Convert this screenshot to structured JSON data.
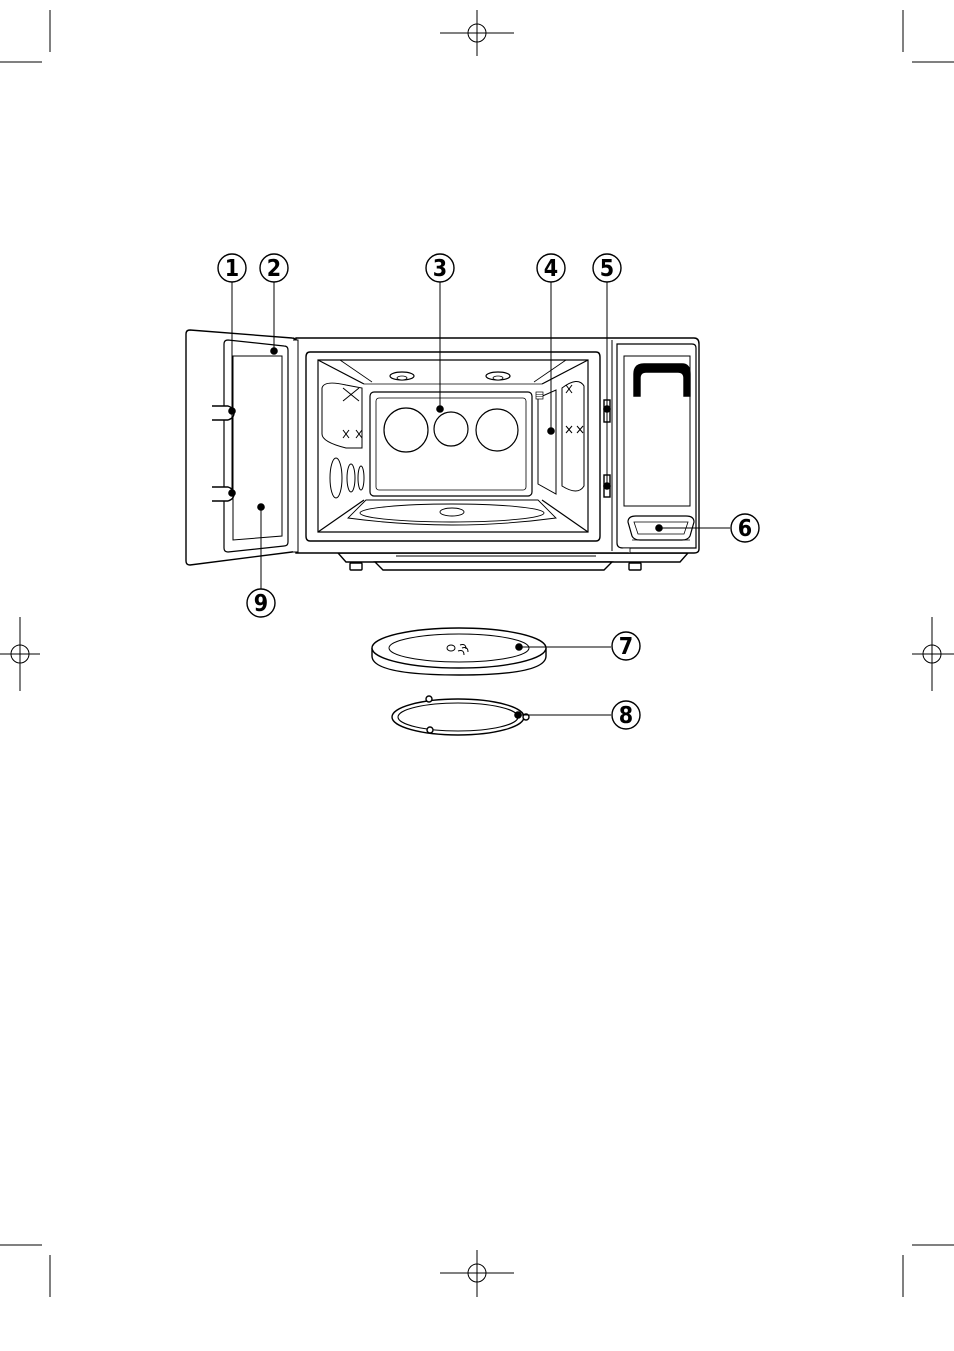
{
  "diagram": {
    "callouts": [
      {
        "id": "1",
        "label": "1"
      },
      {
        "id": "2",
        "label": "2"
      },
      {
        "id": "3",
        "label": "3"
      },
      {
        "id": "4",
        "label": "4"
      },
      {
        "id": "5",
        "label": "5"
      },
      {
        "id": "6",
        "label": "6"
      },
      {
        "id": "7",
        "label": "7"
      },
      {
        "id": "8",
        "label": "8"
      },
      {
        "id": "9",
        "label": "9"
      }
    ],
    "colors": {
      "ink": "#000000",
      "paper": "#ffffff"
    },
    "icons": [
      "registration-mark-icon",
      "crop-mark-icon"
    ]
  }
}
